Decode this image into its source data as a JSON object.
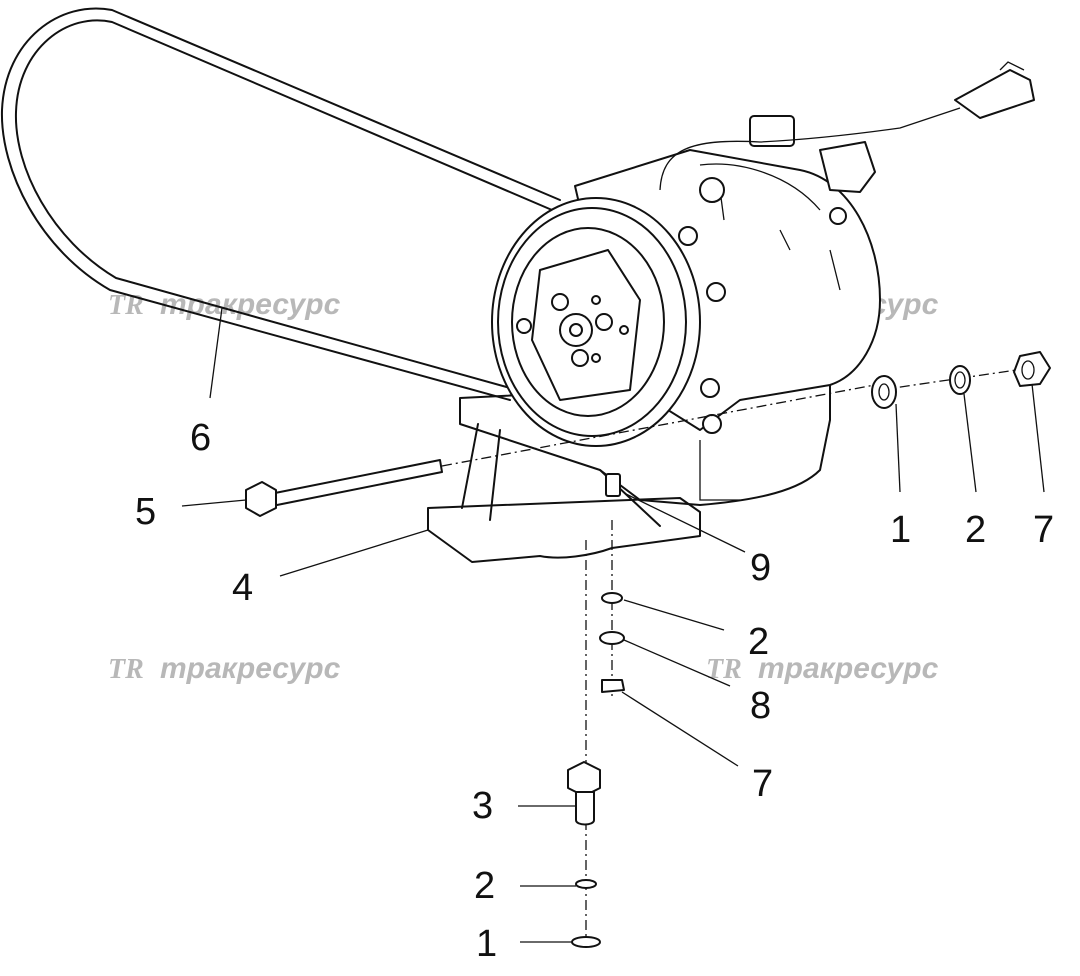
{
  "watermarks": [
    {
      "logo": "TR",
      "text": "тракресурс"
    },
    {
      "logo": "TR",
      "text": "тракресурс"
    },
    {
      "logo": "TR",
      "text": "тракресурс"
    },
    {
      "logo": "TR",
      "text": "тракресурс"
    }
  ],
  "callouts": {
    "belt": "6",
    "long_bolt": "5",
    "bracket": "4",
    "stud_pin": "9",
    "right_washer_flat": "1",
    "right_washer_spring": "2",
    "right_nut": "7",
    "mid_washer_spring": "2",
    "mid_washer": "8",
    "mid_nut": "7",
    "bottom_bolt": "3",
    "bottom_washer_spring": "2",
    "bottom_washer_flat": "1"
  }
}
